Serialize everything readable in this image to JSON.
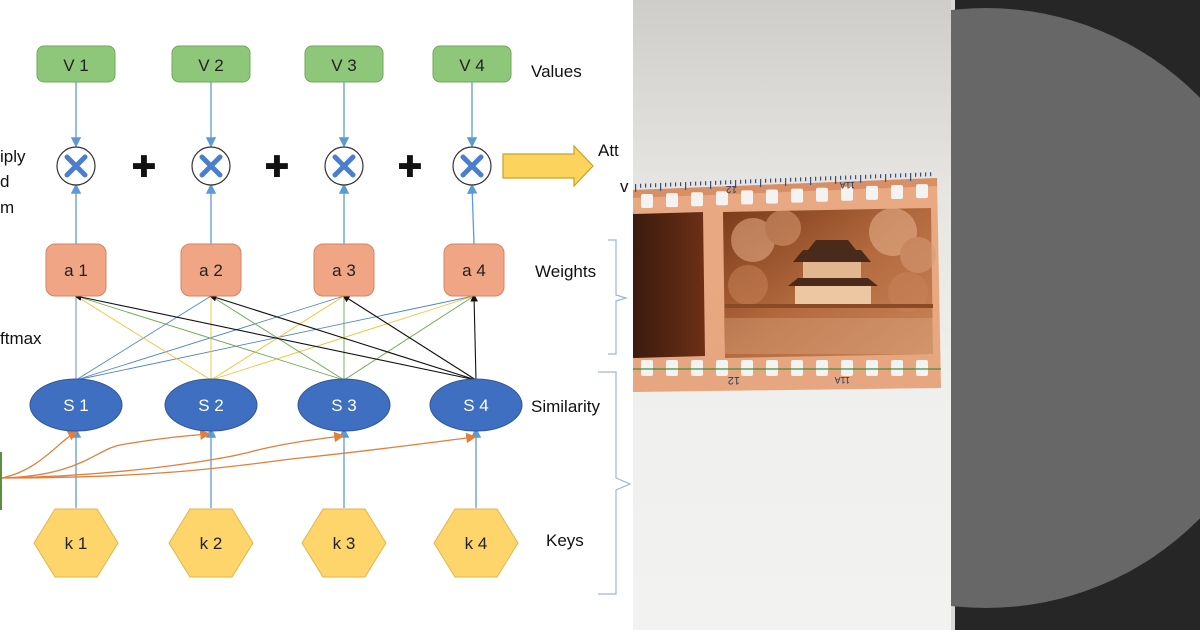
{
  "diagram": {
    "values": [
      "V 1",
      "V 2",
      "V 3",
      "V 4"
    ],
    "weights": [
      "a 1",
      "a 2",
      "a 3",
      "a 4"
    ],
    "similarities": [
      "S  1",
      "S 2",
      "S 3",
      "S 4"
    ],
    "keys": [
      "k 1",
      "k 2",
      "k 3",
      "k 4"
    ],
    "row_labels": {
      "values": "Values",
      "weights": "Weights",
      "similarity": "Similarity",
      "keys": "Keys"
    },
    "left_labels": [
      "iply",
      "d",
      "m",
      "ftmax"
    ],
    "output_label": "Att",
    "output_label_sub": "v",
    "operator_symbol": "✚"
  },
  "photo": {
    "film_numbers_top": [
      "12",
      "11A"
    ],
    "film_numbers_bottom": [
      "12",
      "11A"
    ]
  },
  "colors": {
    "value_box": "#8fc77a",
    "weight_box": "#f0a585",
    "similarity_ellipse": "#3f6fc0",
    "key_hexagon": "#fed56a",
    "arrow_blue": "#5b9bd5",
    "arrow_orange": "#e27f3c",
    "multiply_x": "#4a7fd0",
    "output_arrow": "#fcd35d",
    "bracket": "#9db4dc"
  }
}
